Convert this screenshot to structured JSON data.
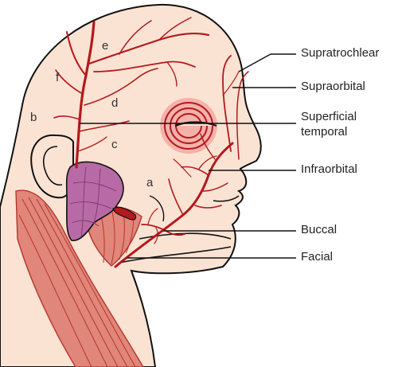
{
  "labels": {
    "supratrochlear": "Supratrochlear",
    "supraorbital": "Supraorbital",
    "superficial_temporal_line1": "Superficial",
    "superficial_temporal_line2": "temporal",
    "infraorbital": "Infraorbital",
    "buccal": "Buccal",
    "facial": "Facial"
  },
  "letters": {
    "a": "a",
    "b": "b",
    "c": "c",
    "d": "d",
    "e": "e",
    "f": "f"
  },
  "colors": {
    "skin": "#fbe3d3",
    "outline": "#111111",
    "artery": "#b3191d",
    "muscle": "#e0867a",
    "muscle_line": "#b8352c",
    "gland": "#b86aa6",
    "eye_ring": "#e88a80"
  }
}
